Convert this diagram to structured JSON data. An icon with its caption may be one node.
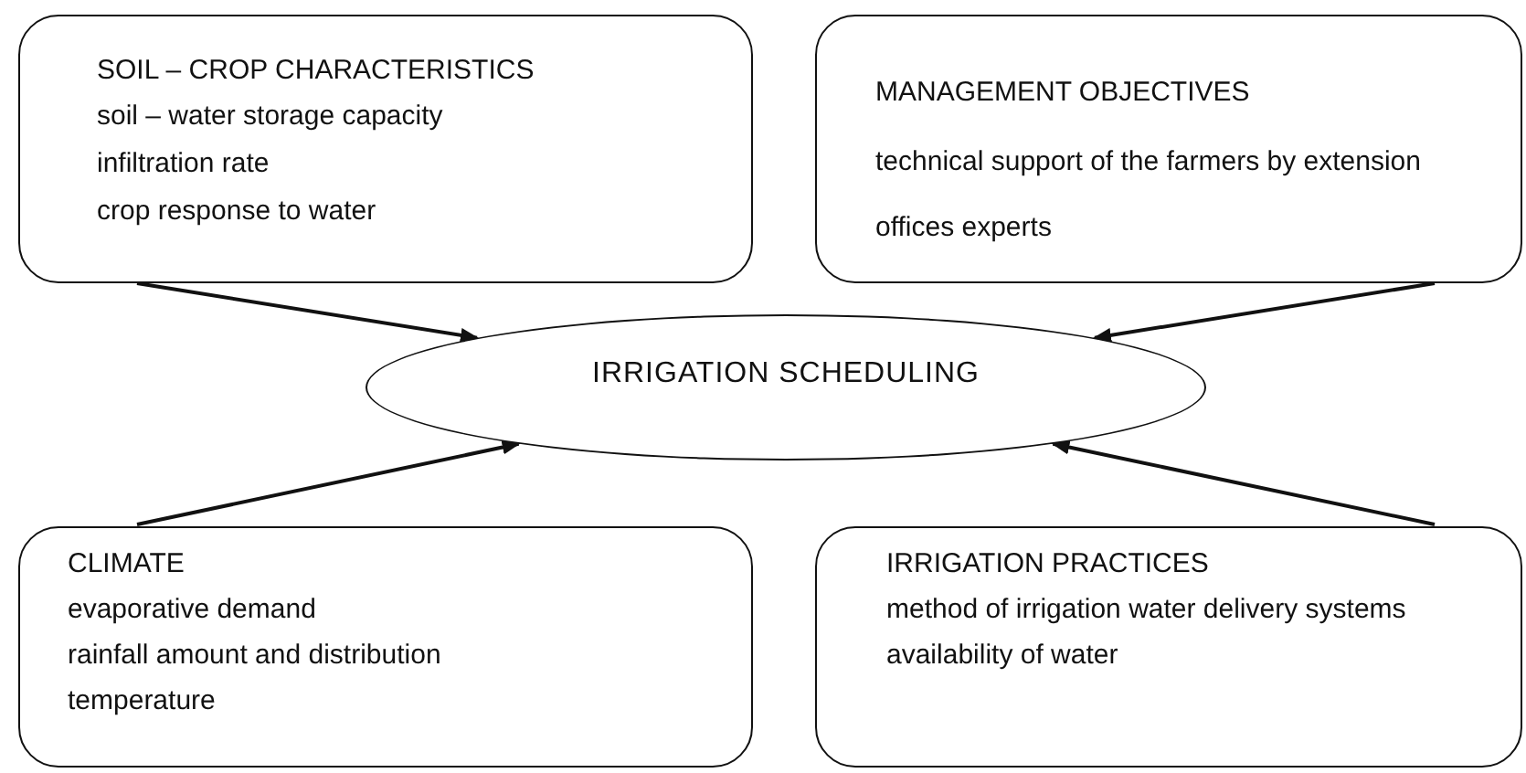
{
  "diagram": {
    "nodes": [
      {
        "text": [
          "SOIL – CROP CHARACTERISTICS",
          "soil – water storage capacity",
          "infiltration rate",
          "crop response to water"
        ]
      },
      {
        "text": [
          "MANAGEMENT OBJECTIVES",
          "technical support of the farmers by extension offices experts"
        ]
      },
      {
        "text": [
          "IRRIGATION SCHEDULING"
        ]
      },
      {
        "text": [
          "CLIMATE",
          "evaporative demand",
          "rainfall amount and distribution",
          "temperature"
        ]
      },
      {
        "text": [
          "IRRIGATION PRACTICES",
          "method of irrigation water delivery systems availability of water"
        ]
      }
    ],
    "edges": [
      {
        "from": 0,
        "to": 2,
        "arrow": "to"
      },
      {
        "from": 1,
        "to": 2,
        "arrow": "to"
      },
      {
        "from": 3,
        "to": 2,
        "arrow": "to"
      },
      {
        "from": 4,
        "to": 2,
        "arrow": "to"
      }
    ]
  }
}
